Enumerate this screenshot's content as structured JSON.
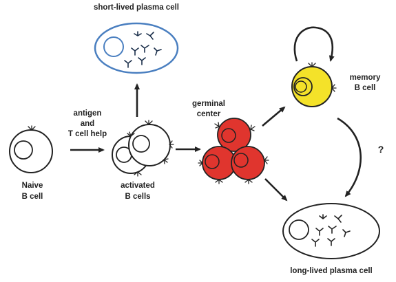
{
  "labels": {
    "short_lived": "short-lived plasma cell",
    "antigen_line1": "antigen",
    "antigen_line2": "and",
    "antigen_line3": "T cell help",
    "germinal_line1": "germinal",
    "germinal_line2": "center",
    "memory_line1": "memory",
    "memory_line2": "B cell",
    "question": "?",
    "naive_line1": "Naive",
    "naive_line2": "B cell",
    "activated_line1": "activated",
    "activated_line2": "B cells",
    "long_lived": "long-lived plasma cell"
  },
  "colors": {
    "short_lived_outline": "#4a7fc0",
    "germinal_fill": "#e0352e",
    "memory_fill": "#f4e229",
    "outline": "#222222",
    "antibody": "#1a2e4a"
  }
}
